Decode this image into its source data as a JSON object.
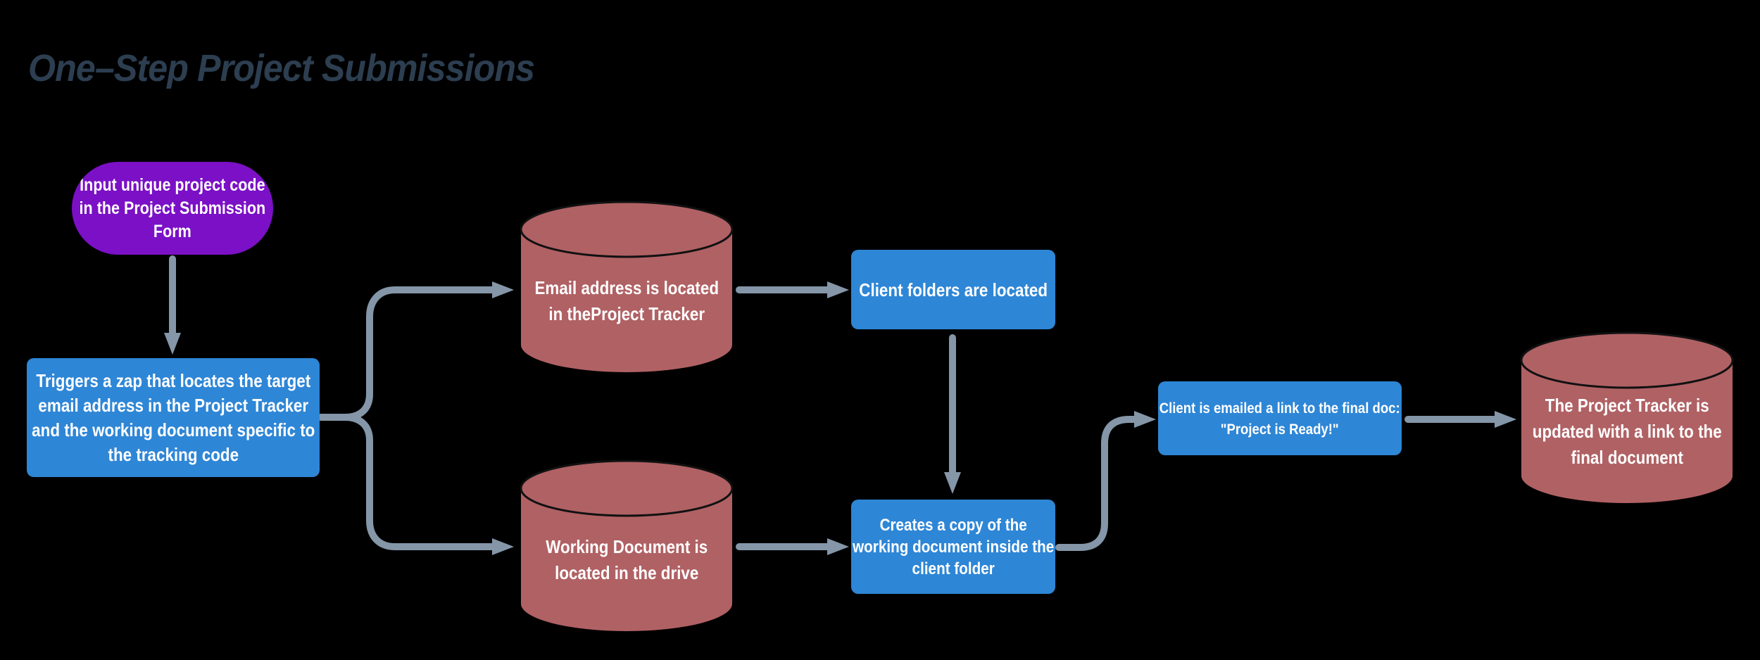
{
  "title": "One–Step Project Submissions",
  "colors": {
    "background": "#000000",
    "title_text": "#2C3E50",
    "process_blue": "#2E86D6",
    "start_purple": "#7B10C6",
    "database_red": "#B06164",
    "connector_gray": "#8496A8",
    "node_text": "#FFFFFF"
  },
  "nodes": {
    "start": {
      "type": "stadium",
      "label": "Input unique project code in the Project Submission Form"
    },
    "trigger_zap": {
      "type": "process",
      "label": "Triggers a zap that locates the target email address in the Project Tracker and the working document specific to the tracking code"
    },
    "email_database": {
      "type": "database",
      "label": "Email address is located in theProject Tracker"
    },
    "client_folders": {
      "type": "process",
      "label": "Client folders are located"
    },
    "working_database": {
      "type": "database",
      "label": "Working Document is located in the drive"
    },
    "copy_document": {
      "type": "process",
      "label": "Creates a copy of the working document inside the client folder"
    },
    "client_emailed": {
      "type": "process",
      "label": "Client is emailed a link to the final doc: \"Project is Ready!\""
    },
    "tracker_database": {
      "type": "database",
      "label": "The Project Tracker is updated with a link to the final document"
    }
  },
  "connectors": [
    {
      "from": "start",
      "to": "trigger_zap"
    },
    {
      "from": "trigger_zap",
      "to": "email_database"
    },
    {
      "from": "trigger_zap",
      "to": "working_database"
    },
    {
      "from": "email_database",
      "to": "client_folders"
    },
    {
      "from": "client_folders",
      "to": "copy_document"
    },
    {
      "from": "working_database",
      "to": "copy_document"
    },
    {
      "from": "copy_document",
      "to": "client_emailed"
    },
    {
      "from": "client_emailed",
      "to": "tracker_database"
    }
  ]
}
